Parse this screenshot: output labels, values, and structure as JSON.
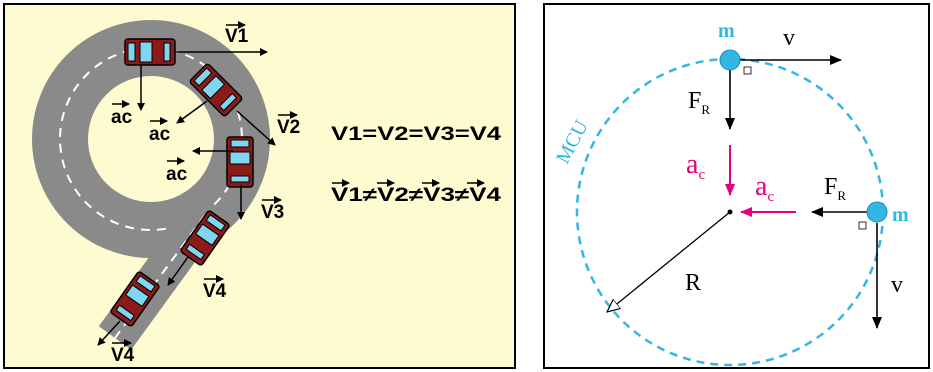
{
  "colors": {
    "left_background": "#fffbd0",
    "track": "#8a8a8a",
    "car_body": "#8b1a1a",
    "car_glass": "#7fd6ee",
    "circle_blue": "#33b5e5",
    "accel_magenta": "#e6007e"
  },
  "left": {
    "labels": {
      "v1": "V1",
      "v2": "V2",
      "v3": "V3",
      "v4a": "V4",
      "v4b": "V4",
      "ac1": "ac",
      "ac2": "ac",
      "ac3": "ac"
    },
    "equations": {
      "speeds_equal": "V1=V2=V3=V4",
      "vectors_not_equal": "V1≠V2≠V3≠V4"
    }
  },
  "right": {
    "labels": {
      "m_top": "m",
      "m_right": "m",
      "v_top": "v",
      "v_right": "v",
      "fr_top": "F",
      "fr_top_sub": "R",
      "fr_right": "F",
      "fr_right_sub": "R",
      "ac_top": "a",
      "ac_top_sub": "c",
      "ac_right": "a",
      "ac_right_sub": "c",
      "radius": "R",
      "mcu": "MCU"
    }
  }
}
